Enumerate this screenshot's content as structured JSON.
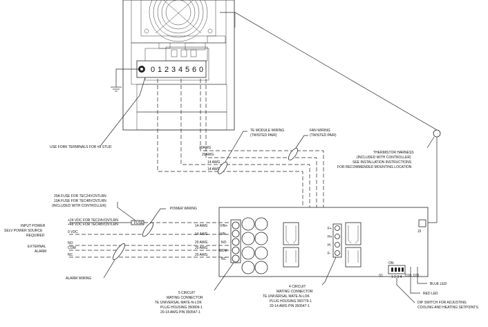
{
  "unit": {
    "terminal_numbers": [
      "0",
      "1",
      "2",
      "3",
      "4",
      "5",
      "6",
      "0"
    ],
    "fork_note": "USE FORK TERMINALS FOR #8 STUD"
  },
  "te_module_wiring": {
    "line1": "TE MODULE WIRING",
    "line2": "(TWISTED PAIR)"
  },
  "fan_wiring": {
    "line1": "FAN WIRING",
    "line2": "(TWISTED PAIR)"
  },
  "awg_labels": {
    "fan1": "20AWG",
    "fan2": "20AWG",
    "te1": "14 AWG",
    "te2": "14 AWG",
    "vinp": "14 AWG",
    "vinn": "14 AWG",
    "no": "20 AWG",
    "com": "20 AWG",
    "nc": "20 AWG"
  },
  "thermistor": {
    "line1": "THERMISTOR HARNESS",
    "line2": "(INCLUDED WITH CONTROLLER)",
    "line3": "SEE INSTALLATION INSTRUCTIONS",
    "line4": "FOR RECOMMENDED MOUNTING LOCATION"
  },
  "fuse_note": {
    "line1": "20A FUSE FOR TEC24VCNTLRN",
    "line2": "10A FUSE FOR TEC48VCNTLRN",
    "line3": "(INCLUDED WITH CONTROLLER)"
  },
  "fuse_label": "FUSE",
  "power_wiring": "POWER WIRING",
  "input_power": {
    "line1": "INPUT POWER",
    "line2": "SELV POWER SOURCE",
    "line3": "REQUIRED"
  },
  "voltage": {
    "line1": "+24 VDC FOR TEC24VCNTLRN",
    "line2": "+48 VDC FOR TEC48VCNTLRN",
    "zero": "0 VDC"
  },
  "external_alarm": {
    "line1": "EXTERNAL",
    "line2": "ALARM"
  },
  "alarm_lines": {
    "no": "NO",
    "com": "COM",
    "nc": "NC"
  },
  "alarm_wiring": "ALARM WIRING",
  "terminals": [
    "VIN+",
    "VIN-",
    "NO",
    "COM",
    "NC"
  ],
  "fan_header": [
    "F+",
    "H+",
    "H-",
    "F-"
  ],
  "j3": "J3",
  "five_circuit": {
    "line1": "5 CIRCUIT",
    "line2": "MATING CONNECTOR",
    "line3": "TE UNIVERSAL MATE-N-LOK",
    "line4": "PLUG HOUSING 350809-1",
    "line5": "20-14 AWG PIN 350547-1"
  },
  "four_circuit": {
    "line1": "4 CIRCUIT",
    "line2": "MATING CONNECTOR",
    "line3": "TE UNIVERSAL MATE-N-LOK",
    "line4": "PLUG HOUSING 350779-1",
    "line5": "20-14 AWG PIN 350547-1"
  },
  "dip": {
    "on": "ON",
    "numbers": "1 2 3 4",
    "s1": "S1",
    "d10": "D10",
    "d11": "D11"
  },
  "blue_led": "BLUE LED",
  "red_led": "RED LED",
  "dip_note": {
    "line1": "DIP SWITCH FOR ADJUSTING",
    "line2": "COOLING AND HEATING SETPOINTS."
  }
}
